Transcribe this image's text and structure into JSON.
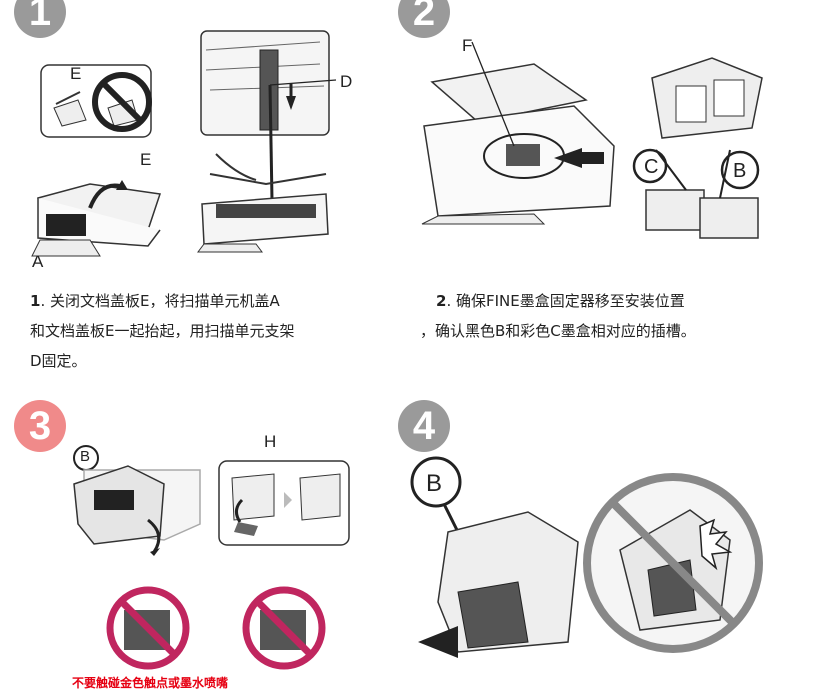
{
  "steps": [
    {
      "number": "1",
      "color": "#9a9a9a",
      "num_label": "1",
      "text_a": "关闭文档盖板E，将扫描单元机盖A",
      "text_b": "和文档盖板E一起抬起，用扫描单元支架",
      "text_c": "D固定。"
    },
    {
      "number": "2",
      "color": "#9a9a9a",
      "num_label": "2",
      "text_a": "确保FINE墨盒固定器移至安装位置",
      "text_b": "，确认黑色B和彩色C墨盒相对应的插槽。"
    },
    {
      "number": "3",
      "color": "#f08a8a"
    },
    {
      "number": "4",
      "color": "#9a9a9a"
    }
  ],
  "labels": {
    "e_top": "E",
    "e_mid": "E",
    "a": "A",
    "d": "D",
    "f": "F",
    "c": "C",
    "b2": "B",
    "b3": "B",
    "h": "H",
    "b4": "B"
  },
  "warning": "不要触碰金色触点或墨水喷嘴",
  "colors": {
    "prohibit": "#c0265f",
    "accent_red": "#e60012"
  }
}
